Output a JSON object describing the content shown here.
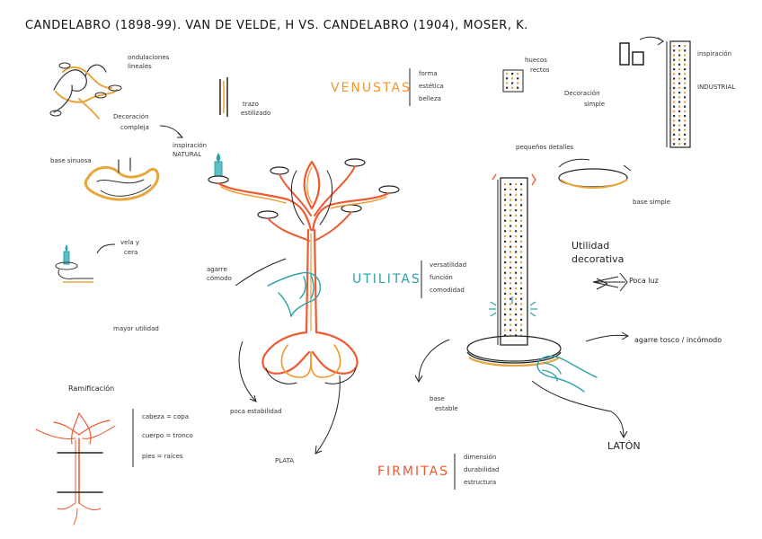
{
  "title": "CANDELABRO (1898-99). VAN DE VELDE, H VS. CANDELABRO (1904), MOSER, K.",
  "left_notes": {
    "ondulaciones_line1": "ondulaciones",
    "ondulaciones_line2": "lineales",
    "decoracion_line1": "Decoración",
    "decoracion_line2": "compleja",
    "base_sinuosa": "base sinuosa",
    "inspiracion_line1": "inspiración",
    "inspiracion_line2": "NATURAL",
    "trazo_line1": "trazo",
    "trazo_line2": "estilizado",
    "vela_line1": "vela y",
    "vela_line2": "cera",
    "mayor_utilidad": "mayor utilidad",
    "agarre_line1": "agarre",
    "agarre_line2": "cómodo",
    "poco_estabilidad": "poca estabilidad",
    "plata": "PLATA"
  },
  "venustas": {
    "heading": "VENUSTAS",
    "items": [
      "forma",
      "estética",
      "belleza"
    ]
  },
  "utilitas": {
    "heading": "UTILITAS",
    "items": [
      "versatilidad",
      "función",
      "comodidad"
    ]
  },
  "firmitas": {
    "heading": "FIRMITAS",
    "items": [
      "dimensión",
      "durabilidad",
      "estructura"
    ]
  },
  "ramificacion": {
    "heading": "Ramificación",
    "items": [
      "cabeza = copa",
      "cuerpo = tronco",
      "pies = raíces"
    ]
  },
  "right_notes": {
    "huecos_line1": "huecos",
    "huecos_line2": "rectos",
    "decoracion_line1": "Decoración",
    "decoracion_line2": "simple",
    "inspiracion_line1": "inspiración",
    "inspiracion_line2": "INDUSTRIAL",
    "pequenos_detalles": "pequeños detalles",
    "base_simple": "base simple",
    "utilidad_line1": "Utilidad",
    "utilidad_line2": "decorativa",
    "poca_luz": "Poca luz",
    "agarre_tosco": "agarre tosco / incómodo",
    "base_estable_line1": "base",
    "base_estable_line2": "estable",
    "laton": "LATÓN"
  },
  "colors": {
    "orange": "#f0982e",
    "teal": "#2aa3a8",
    "red": "#ee5a32",
    "ink": "#222222"
  }
}
